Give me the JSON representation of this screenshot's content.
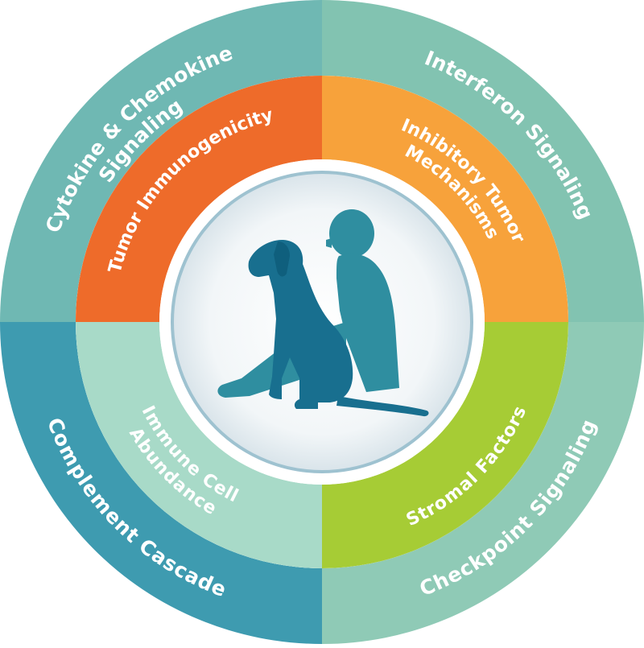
{
  "outer_ring": [
    {
      "key": "cytokine",
      "lines": [
        "Cytokine & Chemokine",
        "Signaling"
      ],
      "color": "#6fb8b3"
    },
    {
      "key": "interferon",
      "lines": [
        "Interferon Signaling"
      ],
      "color": "#82c3b1"
    },
    {
      "key": "checkpoint",
      "lines": [
        "Checkpoint Signaling"
      ],
      "color": "#8fcab6"
    },
    {
      "key": "complement",
      "lines": [
        "Complement Cascade"
      ],
      "color": "#3e9bb0"
    }
  ],
  "inner_ring": [
    {
      "key": "immunogenicity",
      "lines": [
        "Tumor Immunogenicity"
      ],
      "color": "#ee6b2a"
    },
    {
      "key": "inhibitory",
      "lines": [
        "Inhibitory Tumor",
        "Mechanisms"
      ],
      "color": "#f7a23b"
    },
    {
      "key": "stromal",
      "lines": [
        "Stromal Factors"
      ],
      "color": "#a6cc35"
    },
    {
      "key": "immune_cell",
      "lines": [
        "Immune Cell",
        "Abundance"
      ],
      "color": "#a8dac8"
    }
  ],
  "center": {
    "icon": "dog-and-person-icon",
    "color": "#1d7b93"
  }
}
